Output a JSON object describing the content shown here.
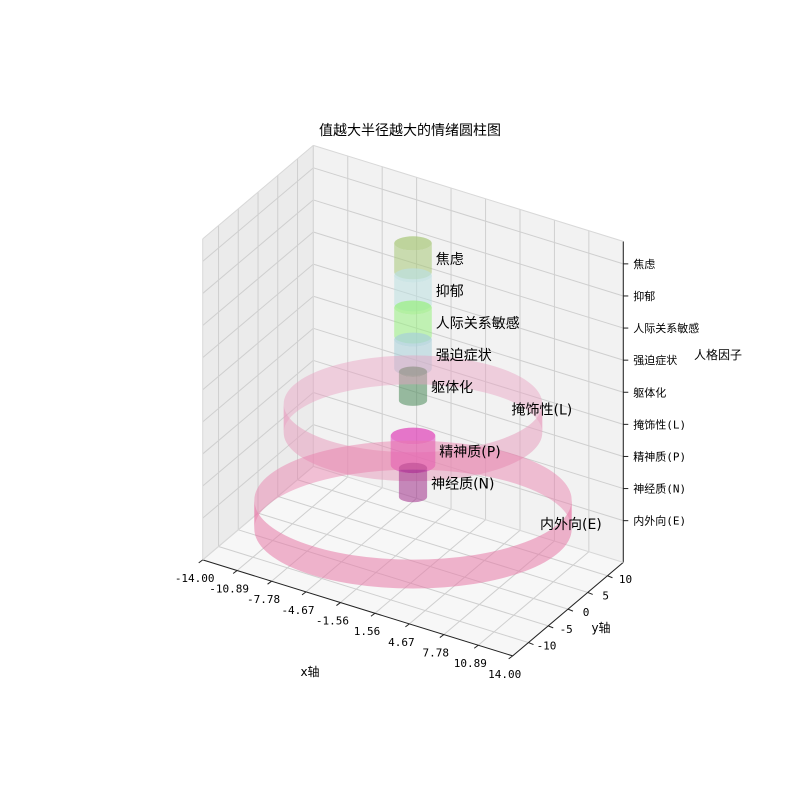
{
  "chart_data": {
    "type": "3d-cylinder",
    "title": "值越大半径越大的情绪圆柱图",
    "xlabel": "x轴",
    "ylabel": "y轴",
    "zlabel": "人格因子",
    "x_ticks": [
      "-14.00",
      "-10.89",
      "-7.78",
      "-4.67",
      "-1.56",
      "1.56",
      "4.67",
      "7.78",
      "10.89",
      "14.00"
    ],
    "y_ticks": [
      "-10",
      "-5",
      "0",
      "5",
      "10"
    ],
    "z_ticks": [
      "内外向(E)",
      "神经质(N)",
      "精神质(P)",
      "掩饰性(L)",
      "躯体化",
      "强迫症状",
      "人际关系敏感",
      "抑郁",
      "焦虑"
    ],
    "cylinders": [
      {
        "name": "内外向(E)",
        "level": 0,
        "radius": 13.5,
        "color": "#e87aa8"
      },
      {
        "name": "神经质(N)",
        "level": 1,
        "radius": 1.2,
        "color": "#a0308a"
      },
      {
        "name": "精神质(P)",
        "level": 2,
        "radius": 1.9,
        "color": "#e040b8"
      },
      {
        "name": "掩饰性(L)",
        "level": 3,
        "radius": 11.0,
        "color": "#e8a0c0"
      },
      {
        "name": "躯体化",
        "level": 4,
        "radius": 1.2,
        "color": "#4a8a5a"
      },
      {
        "name": "强迫症状",
        "level": 5,
        "radius": 1.6,
        "color": "#a8d0d8"
      },
      {
        "name": "人际关系敏感",
        "level": 6,
        "radius": 1.6,
        "color": "#98f080"
      },
      {
        "name": "抑郁",
        "level": 7,
        "radius": 1.6,
        "color": "#bce0e0"
      },
      {
        "name": "焦虑",
        "level": 8,
        "radius": 1.6,
        "color": "#a8c878"
      }
    ],
    "grid": true
  }
}
